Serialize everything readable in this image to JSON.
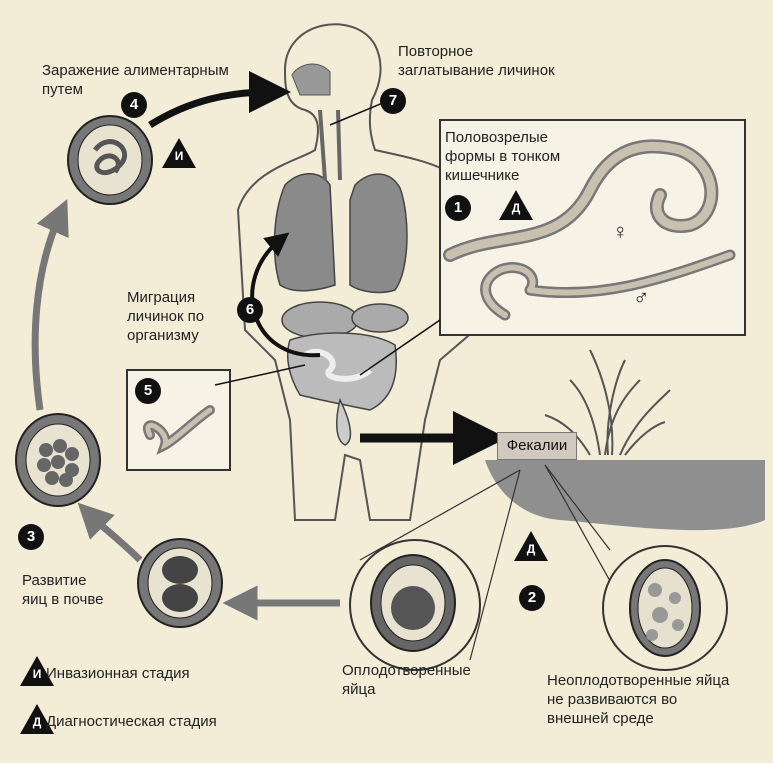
{
  "labels": {
    "infection_route": "Заражение алиментарным\nпутем",
    "reswallowing": "Повторное\nзаглатывание личинок",
    "adult_forms": "Половозрелые\nформы в тонком\nкишечнике",
    "migration": "Миграция\nличинок по\nорганизму",
    "feces": "Фекалии",
    "soil_development": "Развитие\nяиц в почве",
    "fertilized_eggs": "Оплодотворенные\nяйца",
    "unfertilized_eggs": "Неоплодотворенные яйца\nне развиваются во\nвнешней среде"
  },
  "stage_numbers": [
    "1",
    "2",
    "3",
    "4",
    "5",
    "6",
    "7"
  ],
  "markers": {
    "infective": "И",
    "diagnostic": "Д"
  },
  "sex_symbols": {
    "female": "♀",
    "male": "♂"
  },
  "legend": [
    {
      "marker": "И",
      "text": "Инвазионная стадия"
    },
    {
      "marker": "Д",
      "text": "Диагностическая стадия"
    }
  ]
}
